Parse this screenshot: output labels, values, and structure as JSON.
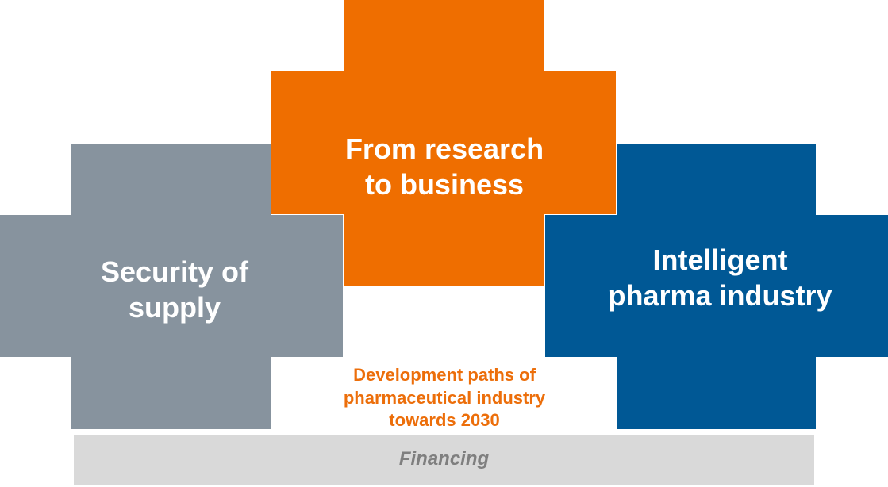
{
  "diagram": {
    "left_block": {
      "label": "Security of\nsupply",
      "color": "#87939e"
    },
    "center_block": {
      "label": "From research\nto business",
      "color": "#ef6e00"
    },
    "right_block": {
      "label": "Intelligent\npharma industry",
      "color": "#005895"
    },
    "center_caption": {
      "text": "Development paths of\npharmaceutical industry\ntowards 2030",
      "color": "#ec6e0a"
    },
    "foundation": {
      "label": "Financing",
      "color": "#d9d9d9"
    }
  }
}
